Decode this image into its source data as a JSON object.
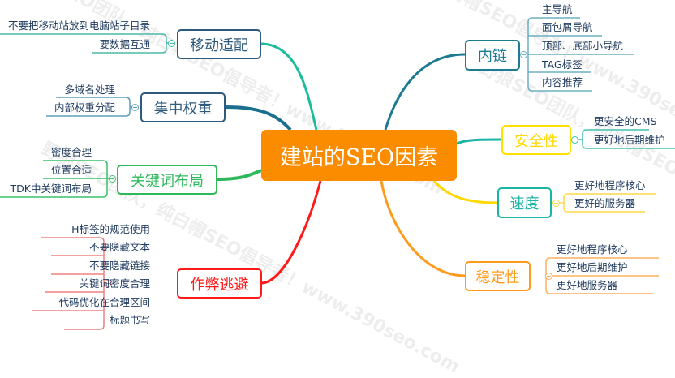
{
  "watermark": "野狼SEO团队，纯白帽SEO倡导者！www.390seo.com",
  "colors": {
    "center": "#fb8c00",
    "mobile": "#1abc9c",
    "weight": "#1a6e8e",
    "keyword": "#2eb85c",
    "cheat": "#ff1a1a",
    "links": "#1c7a91",
    "security": "#ffd800",
    "speed": "#1bb5a5",
    "stability": "#ff9a1a"
  },
  "center": {
    "title": "建站的SEO因素"
  },
  "left": [
    {
      "label": "移动适配",
      "items": [
        "不要把移动站放到电脑站子目录",
        "要数据互通"
      ]
    },
    {
      "label": "集中权重",
      "items": [
        "多域名处理",
        "内部权重分配"
      ]
    },
    {
      "label": "关键词布局",
      "items": [
        "密度合理",
        "位置合适",
        "TDK中关键词布局"
      ]
    },
    {
      "label": "作弊逃避",
      "items": [
        "H标签的规范使用",
        "不要隐藏文本",
        "不要隐藏链接",
        "关键词密度合理",
        "代码优化在合理区间",
        "标题书写"
      ]
    }
  ],
  "right": [
    {
      "label": "内链",
      "items": [
        "主导航",
        "面包屑导航",
        "顶部、底部小导航",
        "TAG标签",
        "内容推荐"
      ]
    },
    {
      "label": "安全性",
      "items": [
        "更安全的CMS",
        "更好地后期维护"
      ]
    },
    {
      "label": "速度",
      "items": [
        "更好地程序核心",
        "更好的服务器"
      ]
    },
    {
      "label": "稳定性",
      "items": [
        "更好地程序核心",
        "更好地后期维护",
        "更好地服务器"
      ]
    }
  ]
}
